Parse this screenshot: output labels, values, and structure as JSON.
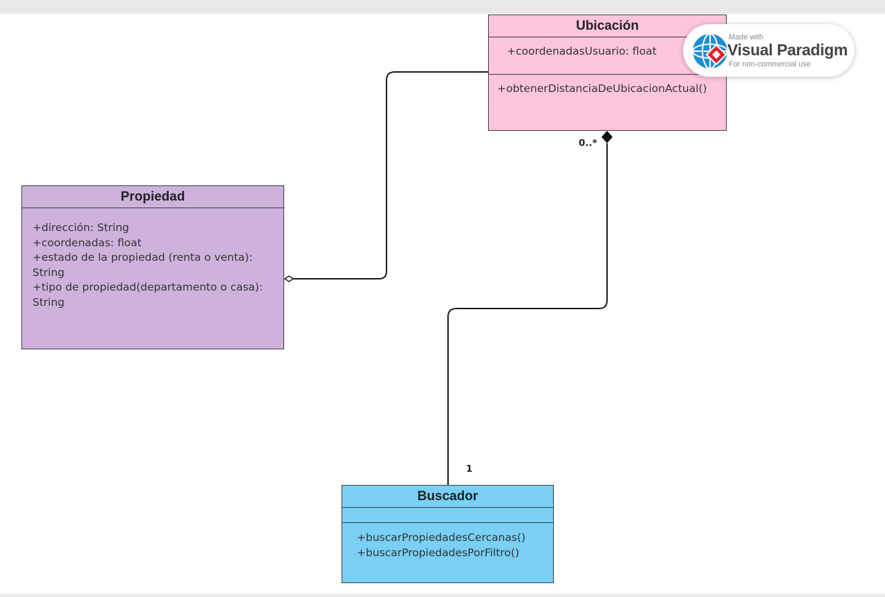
{
  "classes": {
    "ubicacion": {
      "name": "Ubicación",
      "attributes": [
        "+coordenadasUsuario: float"
      ],
      "operations": [
        "+obtenerDistanciaDeUbicacionActual()"
      ],
      "color": "#ffc5de"
    },
    "propiedad": {
      "name": "Propiedad",
      "attributes": [
        "+dirección: String",
        "+coordenadas: float",
        "+estado de la propiedad (renta o venta): String",
        "+tipo de propiedad(departamento o casa): String"
      ],
      "color": "#ceb2dc"
    },
    "buscador": {
      "name": "Buscador",
      "attributes": [],
      "operations": [
        "+buscarPropiedadesCercanas()",
        "+buscarPropiedadesPorFiltro()"
      ],
      "color": "#79cff4"
    }
  },
  "relationships": [
    {
      "type": "aggregation",
      "whole": "Propiedad",
      "part": "Ubicación"
    },
    {
      "type": "composition",
      "whole": "Ubicación",
      "part": "Buscador",
      "multiplicity_whole": "0..*",
      "multiplicity_part": "1"
    }
  ],
  "watermark": {
    "made_with": "Made with",
    "brand": "Visual Paradigm",
    "note": "For non-commercial use"
  }
}
